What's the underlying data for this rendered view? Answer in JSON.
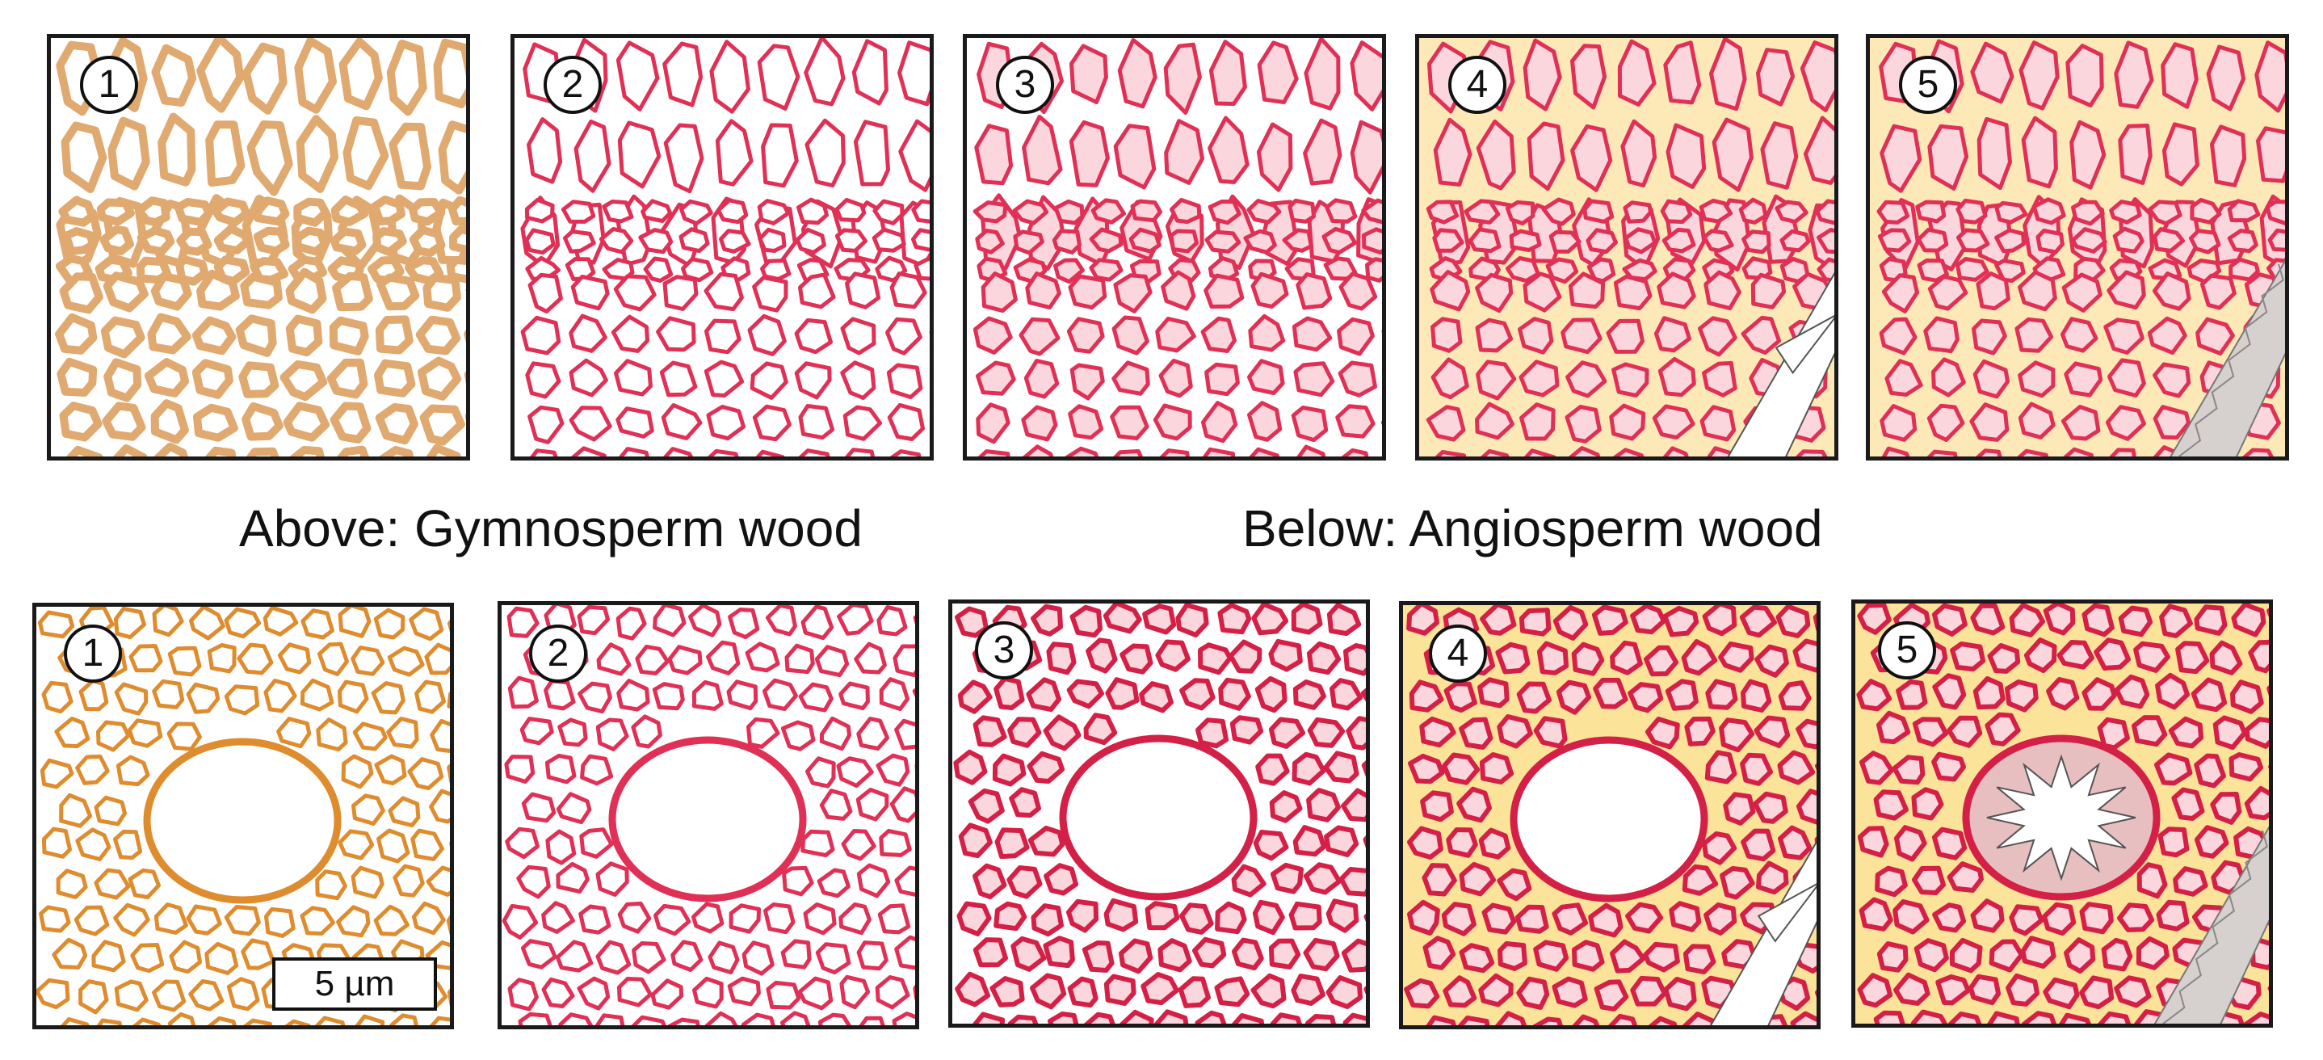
{
  "captions": {
    "top": "Above: Gymnosperm wood",
    "bottom": "Below: Angiosperm wood"
  },
  "scale_bar": "5 µm",
  "colors": {
    "stage1_line": "#e0a970",
    "stage1b_line": "#de8c2e",
    "stage_red_line": "#e03055",
    "cell_fill_pink": "#fbd6dc",
    "matrix_cream": "#fde9b8",
    "matrix_yellow": "#fbe39a",
    "crack_gray": "#d6d0ce"
  },
  "rows": {
    "gymnosperm": [
      {
        "label": "1",
        "line": "#e0a970",
        "lw": 10,
        "cellFill": "none",
        "matrix": "none",
        "crack": "none",
        "heavy": false
      },
      {
        "label": "2",
        "line": "#e03055",
        "lw": 5,
        "cellFill": "none",
        "matrix": "none",
        "crack": "none",
        "heavy": false
      },
      {
        "label": "3",
        "line": "#e03055",
        "lw": 5,
        "cellFill": "#fbd6dc",
        "matrix": "none",
        "crack": "none",
        "heavy": false
      },
      {
        "label": "4",
        "line": "#e03055",
        "lw": 5,
        "cellFill": "#fbd6dc",
        "matrix": "#fde9b8",
        "crack": "white",
        "heavy": false
      },
      {
        "label": "5",
        "line": "#e03055",
        "lw": 5,
        "cellFill": "#fbd6dc",
        "matrix": "#fde9b8",
        "crack": "gray",
        "heavy": false
      }
    ],
    "angiosperm": [
      {
        "label": "1",
        "line": "#de8c2e",
        "lw": 5,
        "cellFill": "none",
        "matrix": "none",
        "crack": "none",
        "vessel": "open"
      },
      {
        "label": "2",
        "line": "#e03055",
        "lw": 5,
        "cellFill": "none",
        "matrix": "none",
        "crack": "none",
        "vessel": "open"
      },
      {
        "label": "3",
        "line": "#d42046",
        "lw": 6,
        "cellFill": "#fbd6dc",
        "matrix": "none",
        "crack": "none",
        "vessel": "open"
      },
      {
        "label": "4",
        "line": "#d42046",
        "lw": 6,
        "cellFill": "#fbd6dc",
        "matrix": "#fbe39a",
        "crack": "white",
        "vessel": "open"
      },
      {
        "label": "5",
        "line": "#d42046",
        "lw": 6,
        "cellFill": "#fbd6dc",
        "matrix": "#fbe39a",
        "crack": "gray",
        "vessel": "star"
      }
    ]
  }
}
